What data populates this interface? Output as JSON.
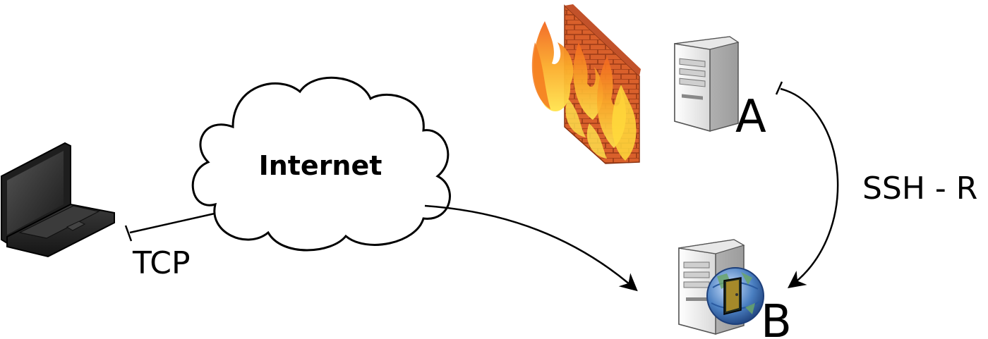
{
  "nodes": {
    "laptop": {
      "icon": "laptop-icon"
    },
    "cloud": {
      "label": "Internet",
      "icon": "cloud-icon"
    },
    "firewall": {
      "icon": "firewall-icon"
    },
    "server_a": {
      "label": "A",
      "icon": "server-icon"
    },
    "server_b": {
      "label": "B",
      "icon": "web-server-icon"
    }
  },
  "edges": {
    "laptop_to_internet": {
      "label": "TCP"
    },
    "internet_to_b": {
      "label": ""
    },
    "a_to_b": {
      "label": "SSH - R"
    }
  },
  "colors": {
    "line": "#000000",
    "brick": "#d9602b",
    "flame_outer": "#f7941d",
    "flame_inner": "#ffd93b",
    "server_body": "#f2f2f2",
    "server_shade": "#b8b8b8",
    "laptop_body": "#2b2b2b",
    "globe": "#4a7fc1"
  }
}
